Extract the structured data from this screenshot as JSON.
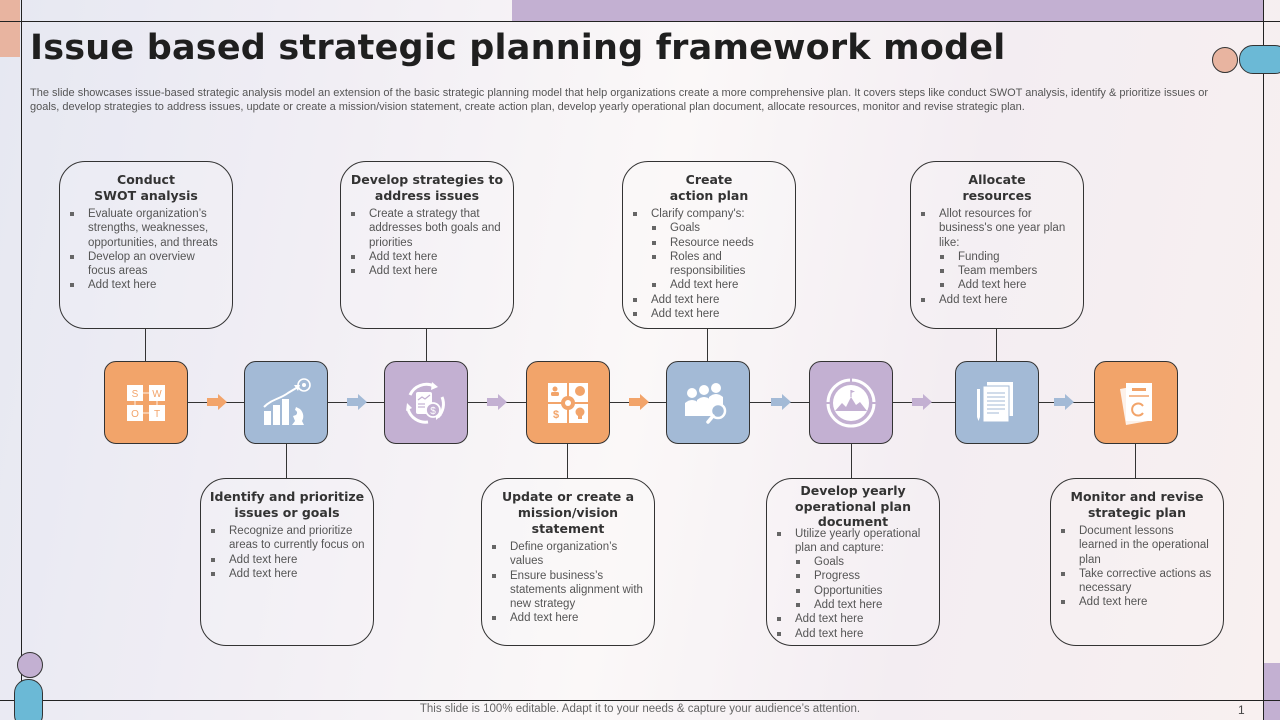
{
  "slide": {
    "title": "Issue based strategic planning framework model",
    "subtitle": "The slide showcases issue-based strategic analysis model an extension of the basic strategic planning model that help organizations create a more comprehensive plan. It covers steps like conduct SWOT analysis, identify & prioritize issues or goals, develop strategies to address issues, update or create a mission/vision statement, create action plan, develop yearly operational plan document, allocate resources, monitor and revise strategic plan.",
    "footer": "This slide is 100% editable. Adapt it to your needs & capture your audience’s attention.",
    "page_number": "1"
  },
  "colors": {
    "orange": "#f2a46a",
    "blue": "#a3bad6",
    "purple": "#c3b0d2",
    "salmon": "#e8b4a0",
    "teal": "#6bb9d6",
    "outline": "#333333"
  },
  "steps": [
    {
      "id": 1,
      "position": "top",
      "color": "orange",
      "icon": "swot-grid-icon",
      "title": "Conduct\nSWOT analysis",
      "title_lines": [
        "Conduct",
        "SWOT analysis"
      ],
      "bullets": [
        {
          "text": "Evaluate organization’s strengths, weaknesses, opportunities, and threats",
          "level": 1
        },
        {
          "text": "Develop an overview focus areas",
          "level": 1
        },
        {
          "text": "Add text here",
          "level": 1
        }
      ],
      "icon_letters": [
        "S",
        "W",
        "O",
        "T"
      ]
    },
    {
      "id": 2,
      "position": "bottom",
      "color": "blue",
      "icon": "growth-chart-chess-icon",
      "title_lines": [
        "Identify and prioritize",
        "issues or goals"
      ],
      "bullets": [
        {
          "text": "Recognize and prioritize areas to currently focus on",
          "level": 1
        },
        {
          "text": "Add text here",
          "level": 1
        },
        {
          "text": "Add text here",
          "level": 1
        }
      ]
    },
    {
      "id": 3,
      "position": "top",
      "color": "purple",
      "icon": "financial-cycle-icon",
      "title_lines": [
        "Develop strategies to",
        "address issues"
      ],
      "bullets": [
        {
          "text": "Create a strategy that addresses both goals and priorities",
          "level": 1
        },
        {
          "text": "Add text here",
          "level": 1
        },
        {
          "text": "Add text here",
          "level": 1
        }
      ]
    },
    {
      "id": 4,
      "position": "bottom",
      "color": "orange",
      "icon": "business-quadrant-gear-icon",
      "title_lines": [
        "Update or create a",
        "mission/vision  statement"
      ],
      "bullets": [
        {
          "text": "Define organization’s values",
          "level": 1
        },
        {
          "text": "Ensure business’s statements alignment with new strategy",
          "level": 1
        },
        {
          "text": "Add text here",
          "level": 1
        }
      ]
    },
    {
      "id": 5,
      "position": "top",
      "color": "blue",
      "icon": "team-search-icon",
      "title_lines": [
        "Create",
        "action plan"
      ],
      "bullets": [
        {
          "text": "Clarify company's:",
          "level": 1
        },
        {
          "text": "Goals",
          "level": 2
        },
        {
          "text": "Resource needs",
          "level": 2
        },
        {
          "text": "Roles and responsibilities",
          "level": 2
        },
        {
          "text": "Add text here",
          "level": 2
        },
        {
          "text": "Add text here",
          "level": 1
        },
        {
          "text": "Add text here",
          "level": 1
        }
      ]
    },
    {
      "id": 6,
      "position": "bottom",
      "color": "purple",
      "icon": "mountain-target-icon",
      "title_lines": [
        "Develop yearly",
        "operational plan",
        "document"
      ],
      "bullets": [
        {
          "text": "Utilize yearly operational plan and capture:",
          "level": 1
        },
        {
          "text": "Goals",
          "level": 2
        },
        {
          "text": "Progress",
          "level": 2
        },
        {
          "text": "Opportunities",
          "level": 2
        },
        {
          "text": "Add text here",
          "level": 2
        },
        {
          "text": "Add text here",
          "level": 1
        },
        {
          "text": "Add text here",
          "level": 1
        }
      ]
    },
    {
      "id": 7,
      "position": "top",
      "color": "blue",
      "icon": "documents-pen-icon",
      "title_lines": [
        "Allocate",
        "resources"
      ],
      "bullets": [
        {
          "text": "Allot resources for business's one year plan like:",
          "level": 1
        },
        {
          "text": "Funding",
          "level": 2
        },
        {
          "text": "Team members",
          "level": 2
        },
        {
          "text": "Add text here",
          "level": 2
        },
        {
          "text": "Add text here",
          "level": 1
        }
      ]
    },
    {
      "id": 8,
      "position": "bottom",
      "color": "orange",
      "icon": "revise-document-icon",
      "title_lines": [
        "Monitor and revise",
        "strategic plan"
      ],
      "bullets": [
        {
          "text": "Document lessons learned in the operational plan",
          "level": 1
        },
        {
          "text": "Take corrective actions as necessary",
          "level": 1
        },
        {
          "text": "Add text here",
          "level": 1
        }
      ]
    }
  ]
}
